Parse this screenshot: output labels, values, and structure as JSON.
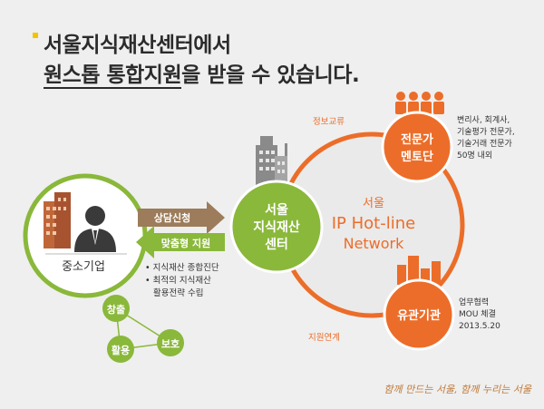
{
  "title": {
    "line1": "서울지식재산센터에서",
    "line2_pre": "원스톱 통합지원",
    "line2_post": "을 받을 수 있습니다."
  },
  "company": {
    "label": "중소기업"
  },
  "arrows": {
    "consult": "상담신청",
    "support": "맞춤형 지원"
  },
  "center": {
    "line1": "서울",
    "line2": "지식재산",
    "line3": "센터"
  },
  "network": {
    "line1": "서울",
    "line2": "IP Hot-line",
    "line3": "Network"
  },
  "mentor": {
    "line1": "전문가",
    "line2": "멘토단",
    "desc": [
      "변리사, 회계사,",
      "기술평가 전문가,",
      "기술거래 전문가",
      "50명 내외"
    ]
  },
  "agency": {
    "label": "유관기관",
    "desc": [
      "업무협력",
      "MOU 체결",
      "2013.5.20"
    ]
  },
  "flow": {
    "info": "정보교류",
    "link": "지원연계"
  },
  "services": [
    "지식재산 종합진단",
    "최적의 지식재산",
    "활용전략 수립"
  ],
  "cycle": {
    "create": "창출",
    "protect": "보호",
    "use": "활용"
  },
  "footer": "함께 만드는 서울, 함께 누리는 서울",
  "colors": {
    "orange": "#ec6d29",
    "green": "#8ab83a",
    "brown": "#9c7c5a",
    "darkgreen": "#5f8a2a"
  }
}
